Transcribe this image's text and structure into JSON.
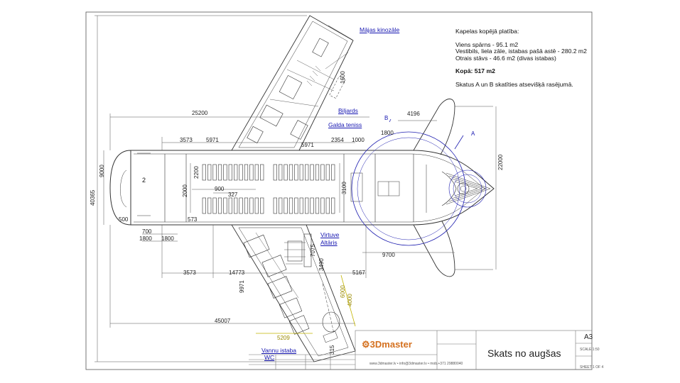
{
  "notes": {
    "heading": "Kapelas kopējā platība:",
    "line1": "Viens spārns - 95.1 m2",
    "line2": "Vestibils, liela zāle, istabas pašā astē - 280.2 m2",
    "line3": "Otrais stāvs - 46.6 m2 (divas istabas)",
    "total": "Kopā: 517 m2",
    "footnote": "Skatus A un B skatīties atsevišķā rasējumā."
  },
  "callouts": {
    "home_cinema": "Mājas kinozāle",
    "billiards": "Biljards",
    "table_tennis": "Galda teniss",
    "kitchen": "Virtuve",
    "altar": "Altāris",
    "bathroom": "Vannu istaba",
    "wc": "WC"
  },
  "view_labels": {
    "a": "A",
    "b": "B"
  },
  "room_number": "2",
  "dimensions": {
    "d25200": "25200",
    "d4196": "4196",
    "d1800a": "1800",
    "d3573a": "3573",
    "d5971a": "5971",
    "d2354": "2354",
    "d1000": "1000",
    "d5971b": "5971",
    "d9000": "9000",
    "d40365": "40365",
    "d2200": "2200",
    "d900": "900",
    "d327": "327",
    "d2000": "2000",
    "d3100": "3100",
    "d22000": "22000",
    "d500": "500",
    "d573": "573",
    "d700": "700",
    "d1800b": "1800",
    "d1800c": "1800",
    "d9700": "9700",
    "d3573b": "3573",
    "d14773": "14773",
    "d5167": "5167",
    "d9971": "9971",
    "d45007": "45007",
    "d5209": "5209",
    "d315": "315",
    "d7075": "7075",
    "d3490": "3490",
    "d6000": "6000",
    "d4000": "4000",
    "d1600": "1600"
  },
  "title_block": {
    "logo_num": "3D",
    "logo_text": "master",
    "title": "Skats no augšas",
    "size": "A3",
    "scale": "SCALE:1:50",
    "contact": "www.3dmaster.lv  •  info@3dmaster.lv  •  mob.+371 29880040",
    "sheet": "SHEET 1 OF 4"
  },
  "colors": {
    "line": "#3a3a3a",
    "callout": "#1515b0",
    "accent": "#d4701e",
    "dim_yellow": "#9a8a00"
  }
}
